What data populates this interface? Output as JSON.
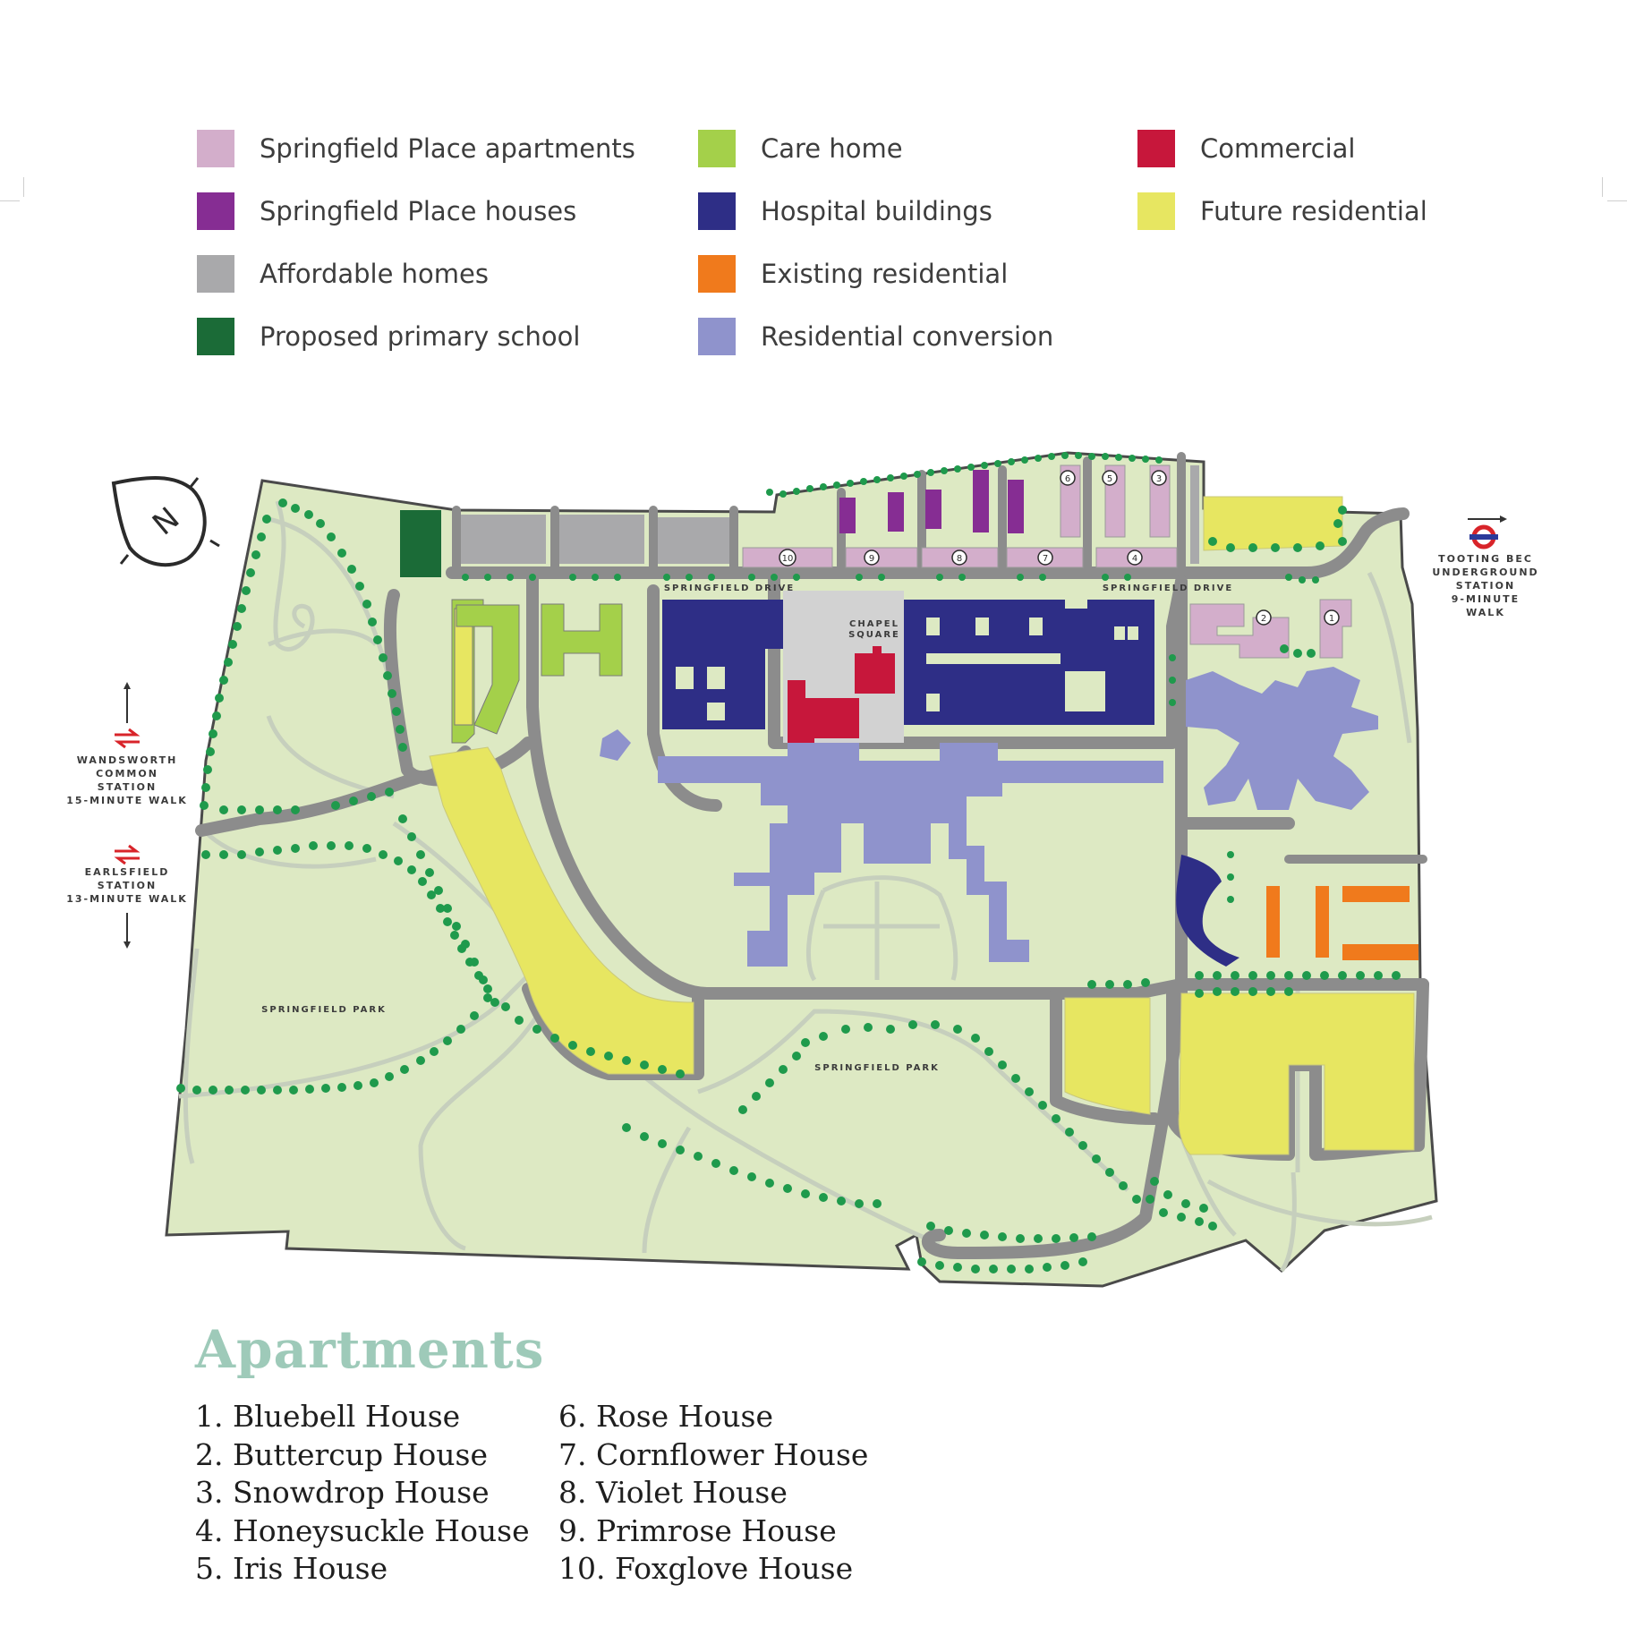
{
  "legend": [
    {
      "label": "Springfield Place apartments",
      "color": "#d3aecb"
    },
    {
      "label": "Springfield Place houses",
      "color": "#862d93"
    },
    {
      "label": "Affordable homes",
      "color": "#a9a9ab"
    },
    {
      "label": "Proposed primary school",
      "color": "#1b6b37"
    },
    {
      "label": "Care home",
      "color": "#a4d04a"
    },
    {
      "label": "Hospital buildings",
      "color": "#2e2e86"
    },
    {
      "label": "Existing residential",
      "color": "#f07a1c"
    },
    {
      "label": "Residential conversion",
      "color": "#8f93cc"
    },
    {
      "label": "Commercial",
      "color": "#c7173b"
    },
    {
      "label": "Future residential",
      "color": "#e7e661"
    }
  ],
  "map": {
    "labels": {
      "road_north": "SPRINGFIELD DRIVE",
      "road_north_east": "SPRINGFIELD DRIVE",
      "chapel_line1": "CHAPEL",
      "chapel_line2": "SQUARE",
      "park_west": "SPRINGFIELD PARK",
      "park_south": "SPRINGFIELD PARK"
    },
    "building_numbers": [
      "1",
      "2",
      "3",
      "4",
      "5",
      "6",
      "7",
      "8",
      "9",
      "10"
    ],
    "compass_letter": "N",
    "stations": {
      "tooting": [
        "TOOTING BEC",
        "UNDERGROUND",
        "STATION",
        "9-MINUTE WALK"
      ],
      "wandsworth": [
        "WANDSWORTH",
        "COMMON STATION",
        "15-MINUTE WALK"
      ],
      "earlsfield": [
        "EARLSFIELD",
        "STATION",
        "13-MINUTE WALK"
      ]
    },
    "colors": {
      "park": "#dde9c3",
      "road": "#8c8c8c",
      "path": "#c6cfbd",
      "tree": "#1f9a4c",
      "rail": "#d8242a",
      "tube": "#2b3a9a"
    }
  },
  "apartments": {
    "heading": "Apartments",
    "column1": [
      "1. Bluebell House",
      "2. Buttercup House",
      "3. Snowdrop House",
      "4. Honeysuckle House",
      "5. Iris House"
    ],
    "column2": [
      "6. Rose House",
      "7. Cornflower House",
      "8. Violet House",
      "9. Primrose House",
      "10. Foxglove House"
    ]
  }
}
